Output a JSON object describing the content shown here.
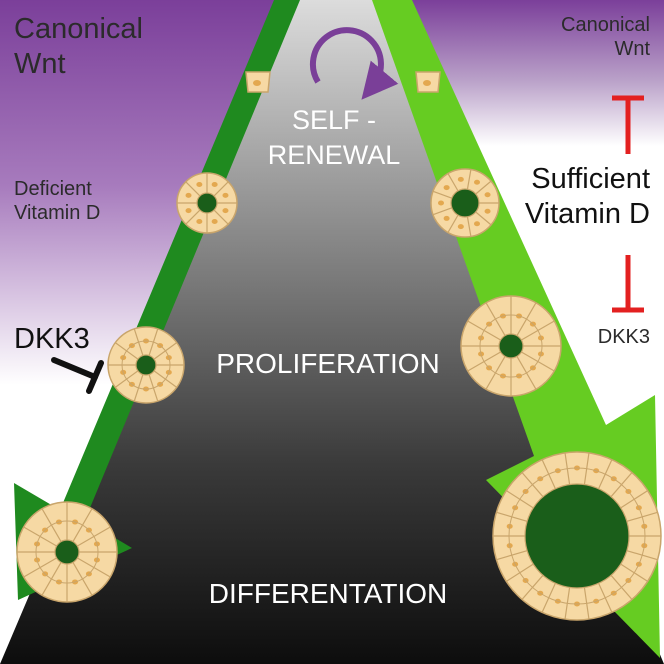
{
  "left_panel": {
    "wnt_line1": "Canonical",
    "wnt_line2": "Wnt",
    "vitd_line1": "Deficient",
    "vitd_line2": "Vitamin D",
    "dkk3": "DKK3"
  },
  "right_panel": {
    "wnt_line1": "Canonical",
    "wnt_line2": "Wnt",
    "vitd_line1": "Sufficient",
    "vitd_line2": "Vitamin D",
    "dkk3": "DKK3"
  },
  "center": {
    "self_line1": "SELF -",
    "self_line2": "RENEWAL",
    "proliferation": "PROLIFERATION",
    "differentiation": "DIFFERENTATION"
  },
  "colors": {
    "wnt_purple": "#8a4fa3",
    "left_arrow_green": "#1f8a1f",
    "right_arrow_green": "#66cc22",
    "inhibition_red": "#e32020",
    "cell_fill": "#f6d9a4",
    "cell_stroke": "#c9a56b",
    "cell_nucleus": "#e3a84f",
    "center_gradient_top": "#d6d6d6",
    "center_gradient_bottom": "#111111"
  }
}
